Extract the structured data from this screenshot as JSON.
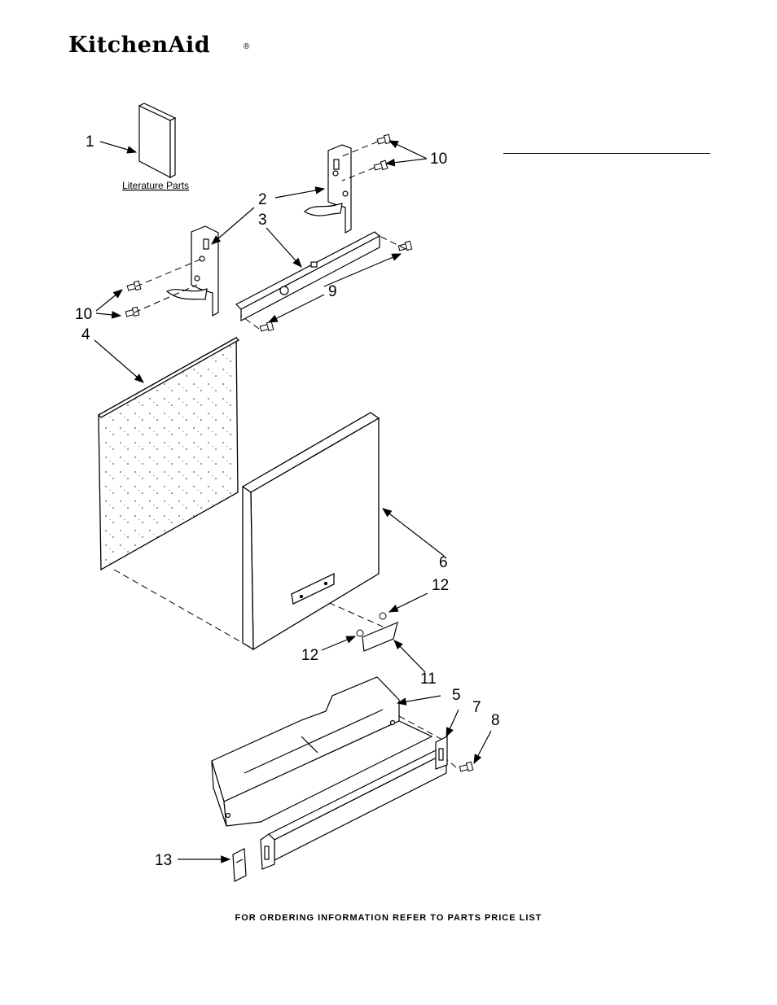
{
  "brand": {
    "name": "KitchenAid",
    "registered_mark": "®"
  },
  "literature_label": "Literature Parts",
  "callouts": {
    "c1": "1",
    "c2": "2",
    "c3": "3",
    "c4": "4",
    "c5": "5",
    "c6": "6",
    "c7": "7",
    "c8": "8",
    "c9": "9",
    "c10a": "10",
    "c10b": "10",
    "c11": "11",
    "c12a": "12",
    "c12b": "12",
    "c13": "13"
  },
  "footer": "FOR ORDERING INFORMATION REFER TO PARTS PRICE LIST"
}
